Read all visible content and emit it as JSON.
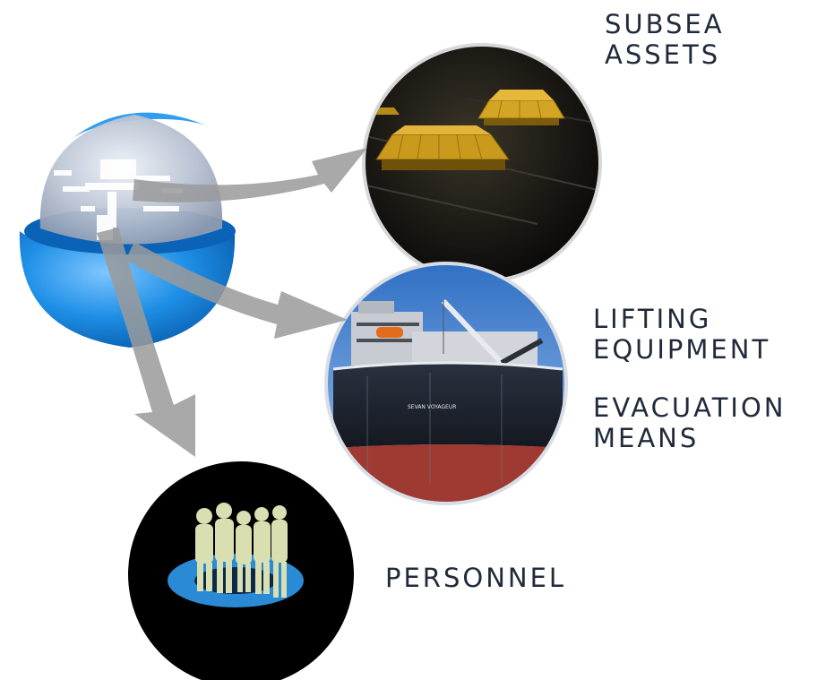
{
  "labels": {
    "subsea": [
      "SUBSEA",
      "ASSETS"
    ],
    "lifting": [
      "LIFTING",
      "EQUIPMENT"
    ],
    "evacuation": [
      "EVACUATION",
      "MEANS"
    ],
    "personnel": "PERSONNEL"
  },
  "vessel_name": "SEVAN VOYAGEUR",
  "colors": {
    "hub_blue": "#1e8fe6",
    "arrow_gray": "#9a9a9a",
    "label_text": "#1f2a3a",
    "personnel_ring": "#2a8ad6",
    "silhouette": "#d9dfb0",
    "subsea_structure": "#c9a020"
  }
}
